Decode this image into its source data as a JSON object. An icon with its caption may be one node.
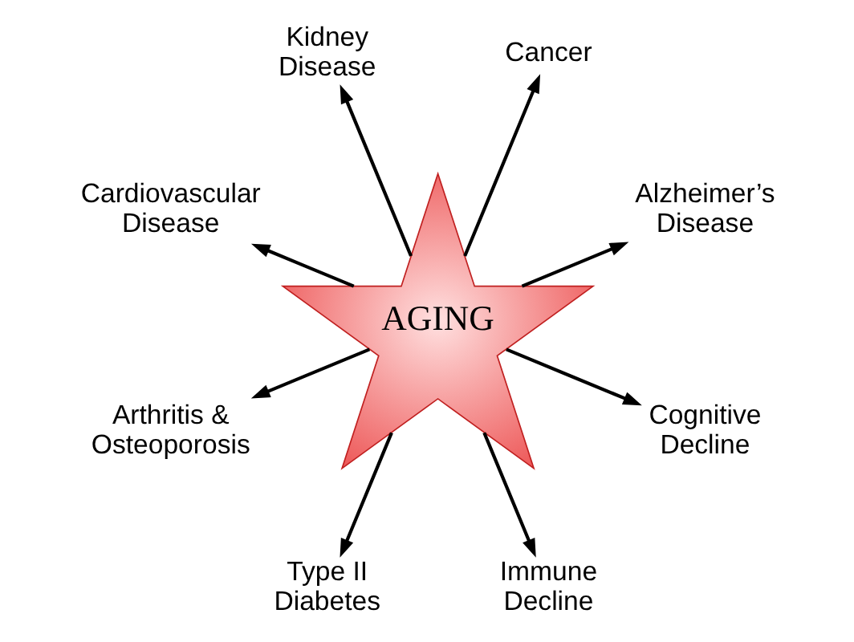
{
  "diagram": {
    "nodes": [
      {
        "text": [
          "AGING"
        ]
      },
      {
        "text": [
          "Alzheimer’s Disease"
        ]
      },
      {
        "text": [
          "Cancer"
        ]
      },
      {
        "text": [
          "Kidney Disease"
        ]
      },
      {
        "text": [
          "Cardiovascular Disease"
        ]
      },
      {
        "text": [
          "Arthritis & Osteoporosis"
        ]
      },
      {
        "text": [
          "Type II Diabetes"
        ]
      },
      {
        "text": [
          "Immune Decline"
        ]
      },
      {
        "text": [
          "Cognitive Decline"
        ]
      }
    ],
    "edges": [
      {
        "from": 0,
        "to": 1,
        "arrow": "to"
      },
      {
        "from": 0,
        "to": 2,
        "arrow": "to"
      },
      {
        "from": 0,
        "to": 3,
        "arrow": "to"
      },
      {
        "from": 0,
        "to": 4,
        "arrow": "to"
      },
      {
        "from": 0,
        "to": 5,
        "arrow": "to"
      },
      {
        "from": 0,
        "to": 6,
        "arrow": "to"
      },
      {
        "from": 0,
        "to": 7,
        "arrow": "to"
      },
      {
        "from": 0,
        "to": 8,
        "arrow": "to"
      }
    ]
  }
}
